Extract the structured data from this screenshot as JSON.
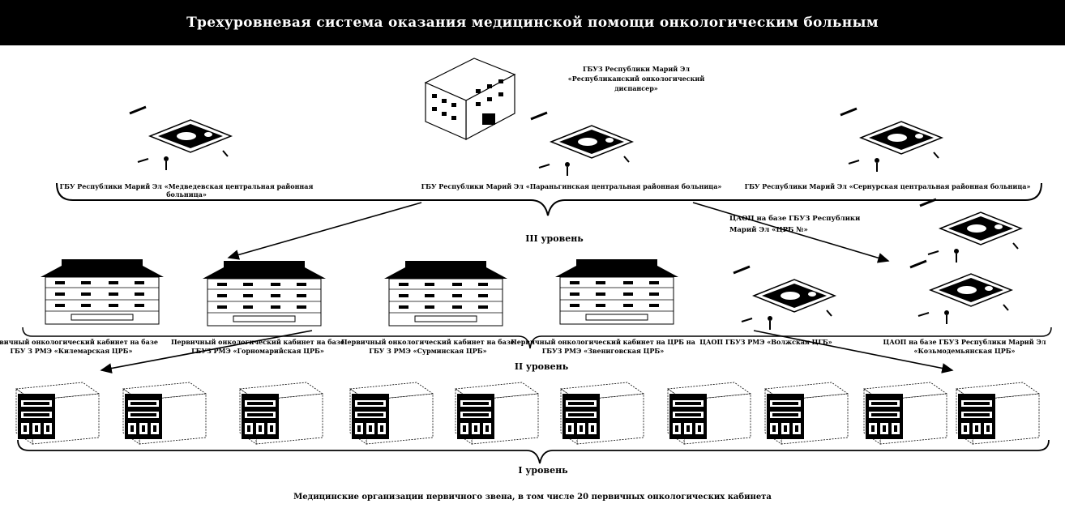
{
  "title": "Трехуровневая система оказания медицинской помощи онкологическим больным",
  "top": {
    "center_label_lines": [
      "ГБУЗ Республики Марий Эл",
      "«Республиканский онкологический",
      "диспансер»"
    ],
    "clinics": [
      {
        "label_lines": [
          "ГБУ Республики Марий Эл «Медведевская центральная районная",
          "больница»"
        ]
      },
      {
        "label_lines": [
          "ГБУ Республики Марий Эл «Параньгинская центральная районная больница»"
        ]
      },
      {
        "label_lines": [
          "ГБУ Республики Марий Эл «Сернурская центральная районная больница»"
        ]
      }
    ]
  },
  "levels": {
    "level3": "III уровень",
    "level2": "II уровень",
    "level1": "I уровень"
  },
  "mid": {
    "right_note_lines": [
      "ЦАОП на базе ГБУЗ Республики",
      "Марий Эл «ЦРБ №»"
    ],
    "buildings": [
      {
        "label_lines": [
          "Первичный онкологический кабинет на базе",
          "ГБУ З РМЭ «Килемарская ЦРБ»"
        ]
      },
      {
        "label_lines": [
          "Первичный онкологический кабинет на базе",
          "ГБУЗ РМЭ «Горномарийская ЦРБ»"
        ]
      },
      {
        "label_lines": [
          "Первичный онкологический кабинет на базе",
          "ГБУ З РМЭ «Сурминская ЦРБ»"
        ]
      },
      {
        "label_lines": [
          "Первичный онкологический кабинет на ЦРБ на",
          "ГБУЗ РМЭ «Звениговская ЦРБ»"
        ]
      }
    ],
    "right_clinics": [
      {
        "label_lines": [
          "ЦАОП ГБУЗ РМЭ «Волжская ЦГБ»"
        ]
      },
      {
        "label_lines": [
          "ЦАОП на базе ГБУЗ Республики Марий Эл",
          "«Козьмодемьянская ЦРБ»"
        ]
      }
    ]
  },
  "footer": "Медицинские организации первичного звена, в том числе 20 первичных онкологических кабинета"
}
